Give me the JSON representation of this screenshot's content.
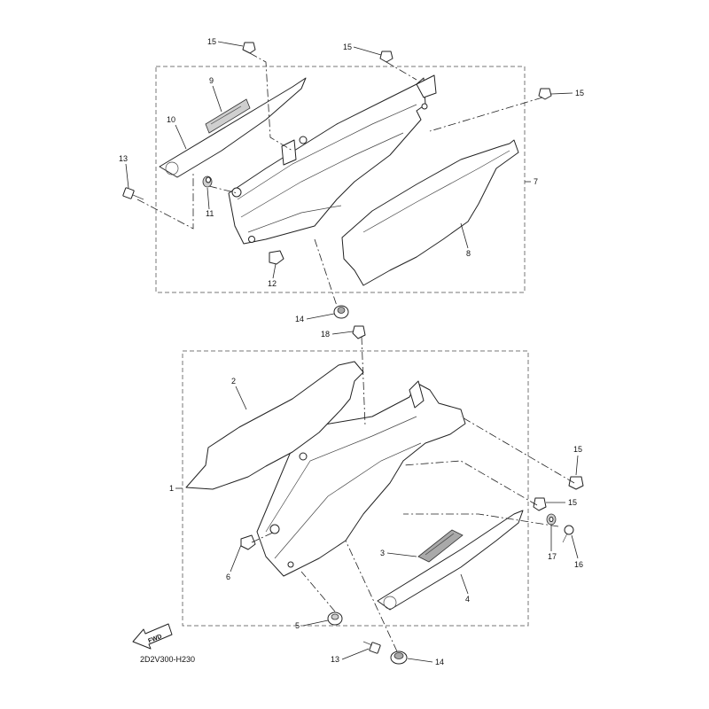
{
  "diagram_code": "2D2V300-H230",
  "fwd_label": "FWD",
  "callouts": {
    "c1": "1",
    "c2": "2",
    "c3": "3",
    "c4": "4",
    "c5": "5",
    "c6": "6",
    "c7": "7",
    "c8": "8",
    "c9": "9",
    "c10": "10",
    "c11": "11",
    "c12": "12",
    "c13a": "13",
    "c13b": "13",
    "c14a": "14",
    "c14b": "14",
    "c15a": "15",
    "c15b": "15",
    "c15c": "15",
    "c15d": "15",
    "c15e": "15",
    "c16": "16",
    "c17": "17",
    "c18": "18"
  },
  "colors": {
    "line": "#222222",
    "shade": "#cfcfcf",
    "frame": "#777777"
  }
}
